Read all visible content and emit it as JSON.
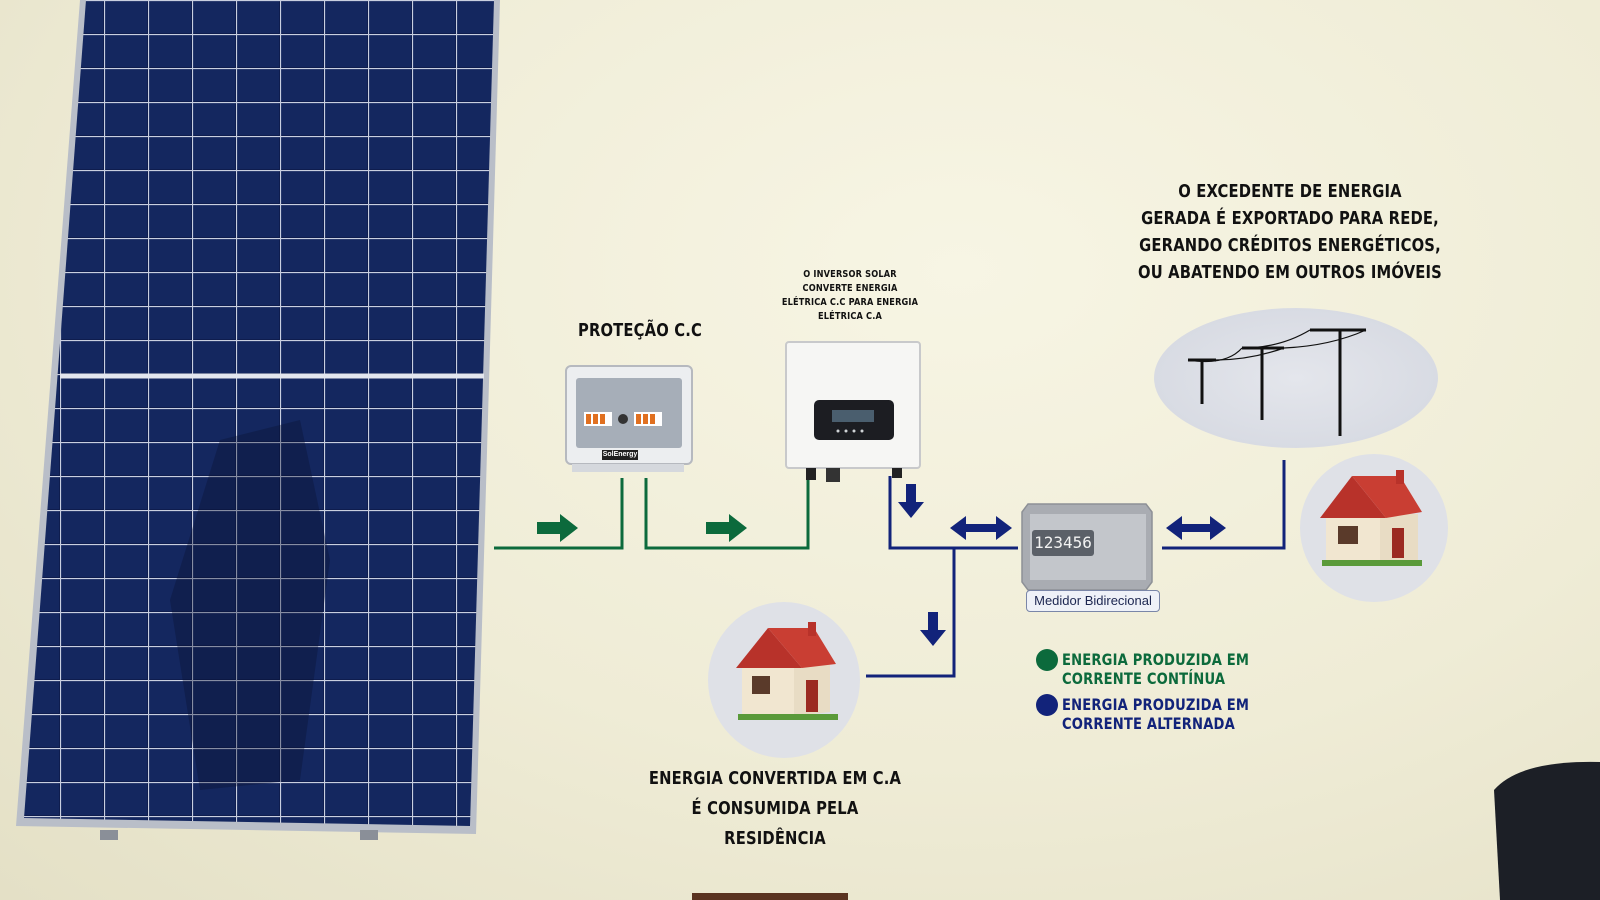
{
  "labels": {
    "protecao": "PROTEÇÃO C.C",
    "inversor": [
      "O INVERSOR SOLAR",
      "CONVERTE ENERGIA",
      "ELÉTRICA C.C PARA ENERGIA",
      "ELÉTRICA C.A"
    ],
    "excedente": [
      "O EXCEDENTE DE ENERGIA",
      "GERADA É EXPORTADO PARA REDE,",
      "GERANDO CRÉDITOS ENERGÉTICOS,",
      "OU ABATENDO EM OUTROS IMÓVEIS"
    ],
    "consumo": [
      "ENERGIA CONVERTIDA EM C.A",
      "É CONSUMIDA PELA RESIDÊNCIA"
    ]
  },
  "meter": {
    "display": "123456",
    "label": "Medidor Bidirecional"
  },
  "protection_box": {
    "brand": "SolEnergy"
  },
  "legend": [
    {
      "text": "ENERGIA PRODUZIDA EM CORRENTE CONTÍNUA",
      "color": "#0c6a3c"
    },
    {
      "text": "ENERGIA PRODUZIDA EM CORRENTE ALTERNADA",
      "color": "#12237a"
    }
  ],
  "colors": {
    "dc_line": "#0c6a3c",
    "ac_line": "#12237a",
    "wall": "#efecd6",
    "panel": "#0d1a45"
  }
}
